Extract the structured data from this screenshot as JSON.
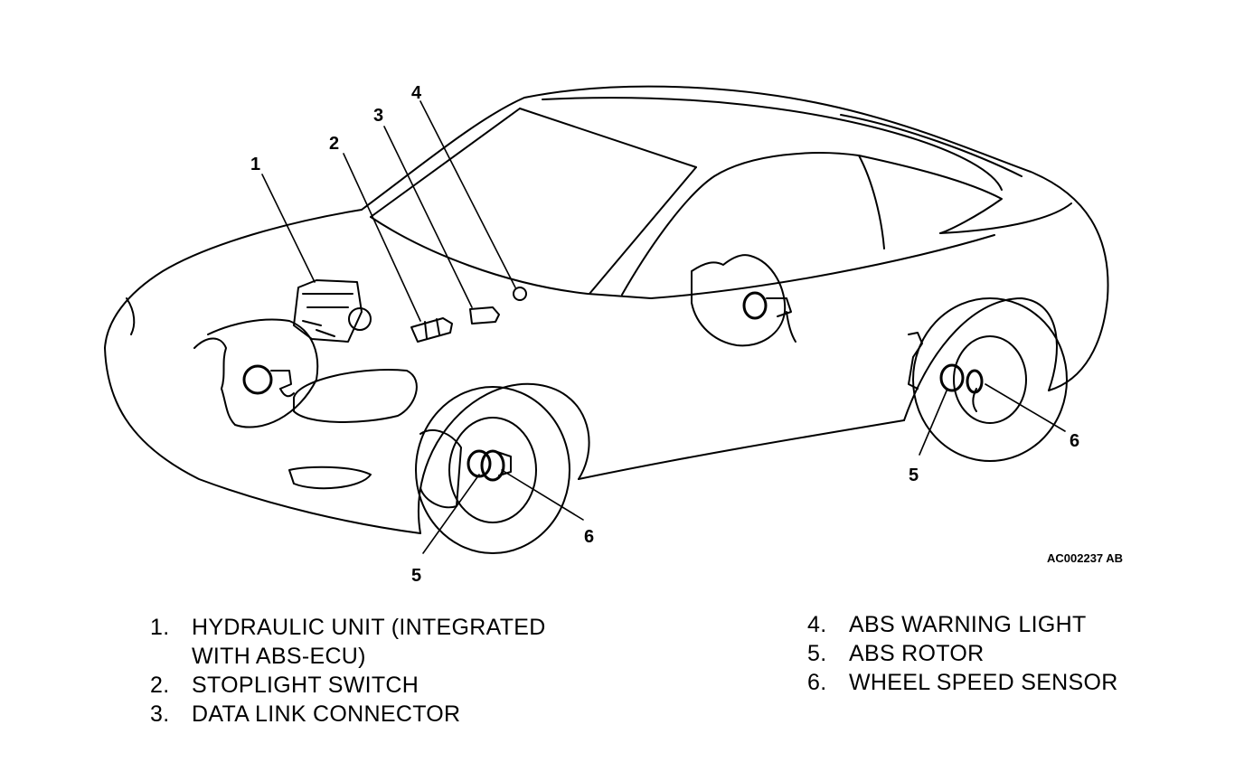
{
  "figure_id": "AC002237 AB",
  "callouts": {
    "c1": "1",
    "c2": "2",
    "c3": "3",
    "c4": "4",
    "c5_front": "5",
    "c6_front": "6",
    "c5_rear": "5",
    "c6_rear": "6"
  },
  "legend": {
    "left": [
      {
        "num": "1.",
        "text": "HYDRAULIC UNIT (INTEGRATED\nWITH ABS-ECU)"
      },
      {
        "num": "2.",
        "text": "STOPLIGHT SWITCH"
      },
      {
        "num": "3.",
        "text": "DATA LINK CONNECTOR"
      }
    ],
    "right": [
      {
        "num": "4.",
        "text": "ABS WARNING LIGHT"
      },
      {
        "num": "5.",
        "text": "ABS ROTOR"
      },
      {
        "num": "6.",
        "text": "WHEEL SPEED SENSOR"
      }
    ]
  }
}
